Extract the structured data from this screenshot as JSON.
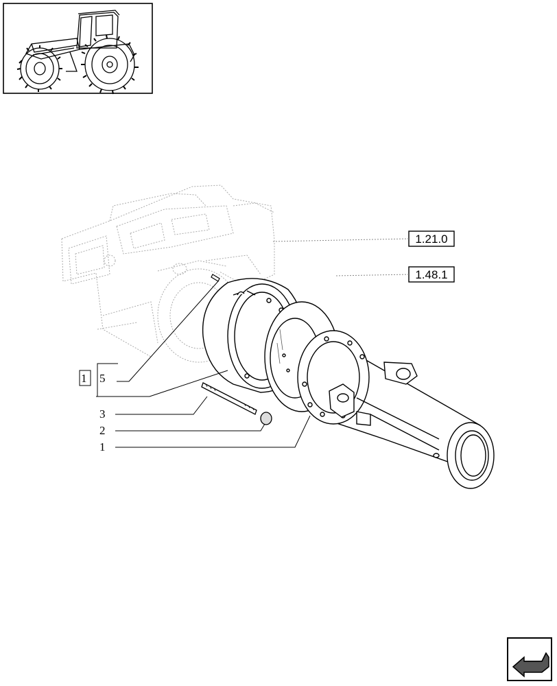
{
  "references": {
    "ref_top": "1.21.0",
    "ref_bottom": "1.48.1"
  },
  "callouts": {
    "group_qty": "1",
    "item_5": "5",
    "item_3": "3",
    "item_2": "2",
    "item_1": "1"
  },
  "icons": {
    "thumbnail": "tractor-thumbnail-icon",
    "nav": "next-page-arrow-icon"
  }
}
